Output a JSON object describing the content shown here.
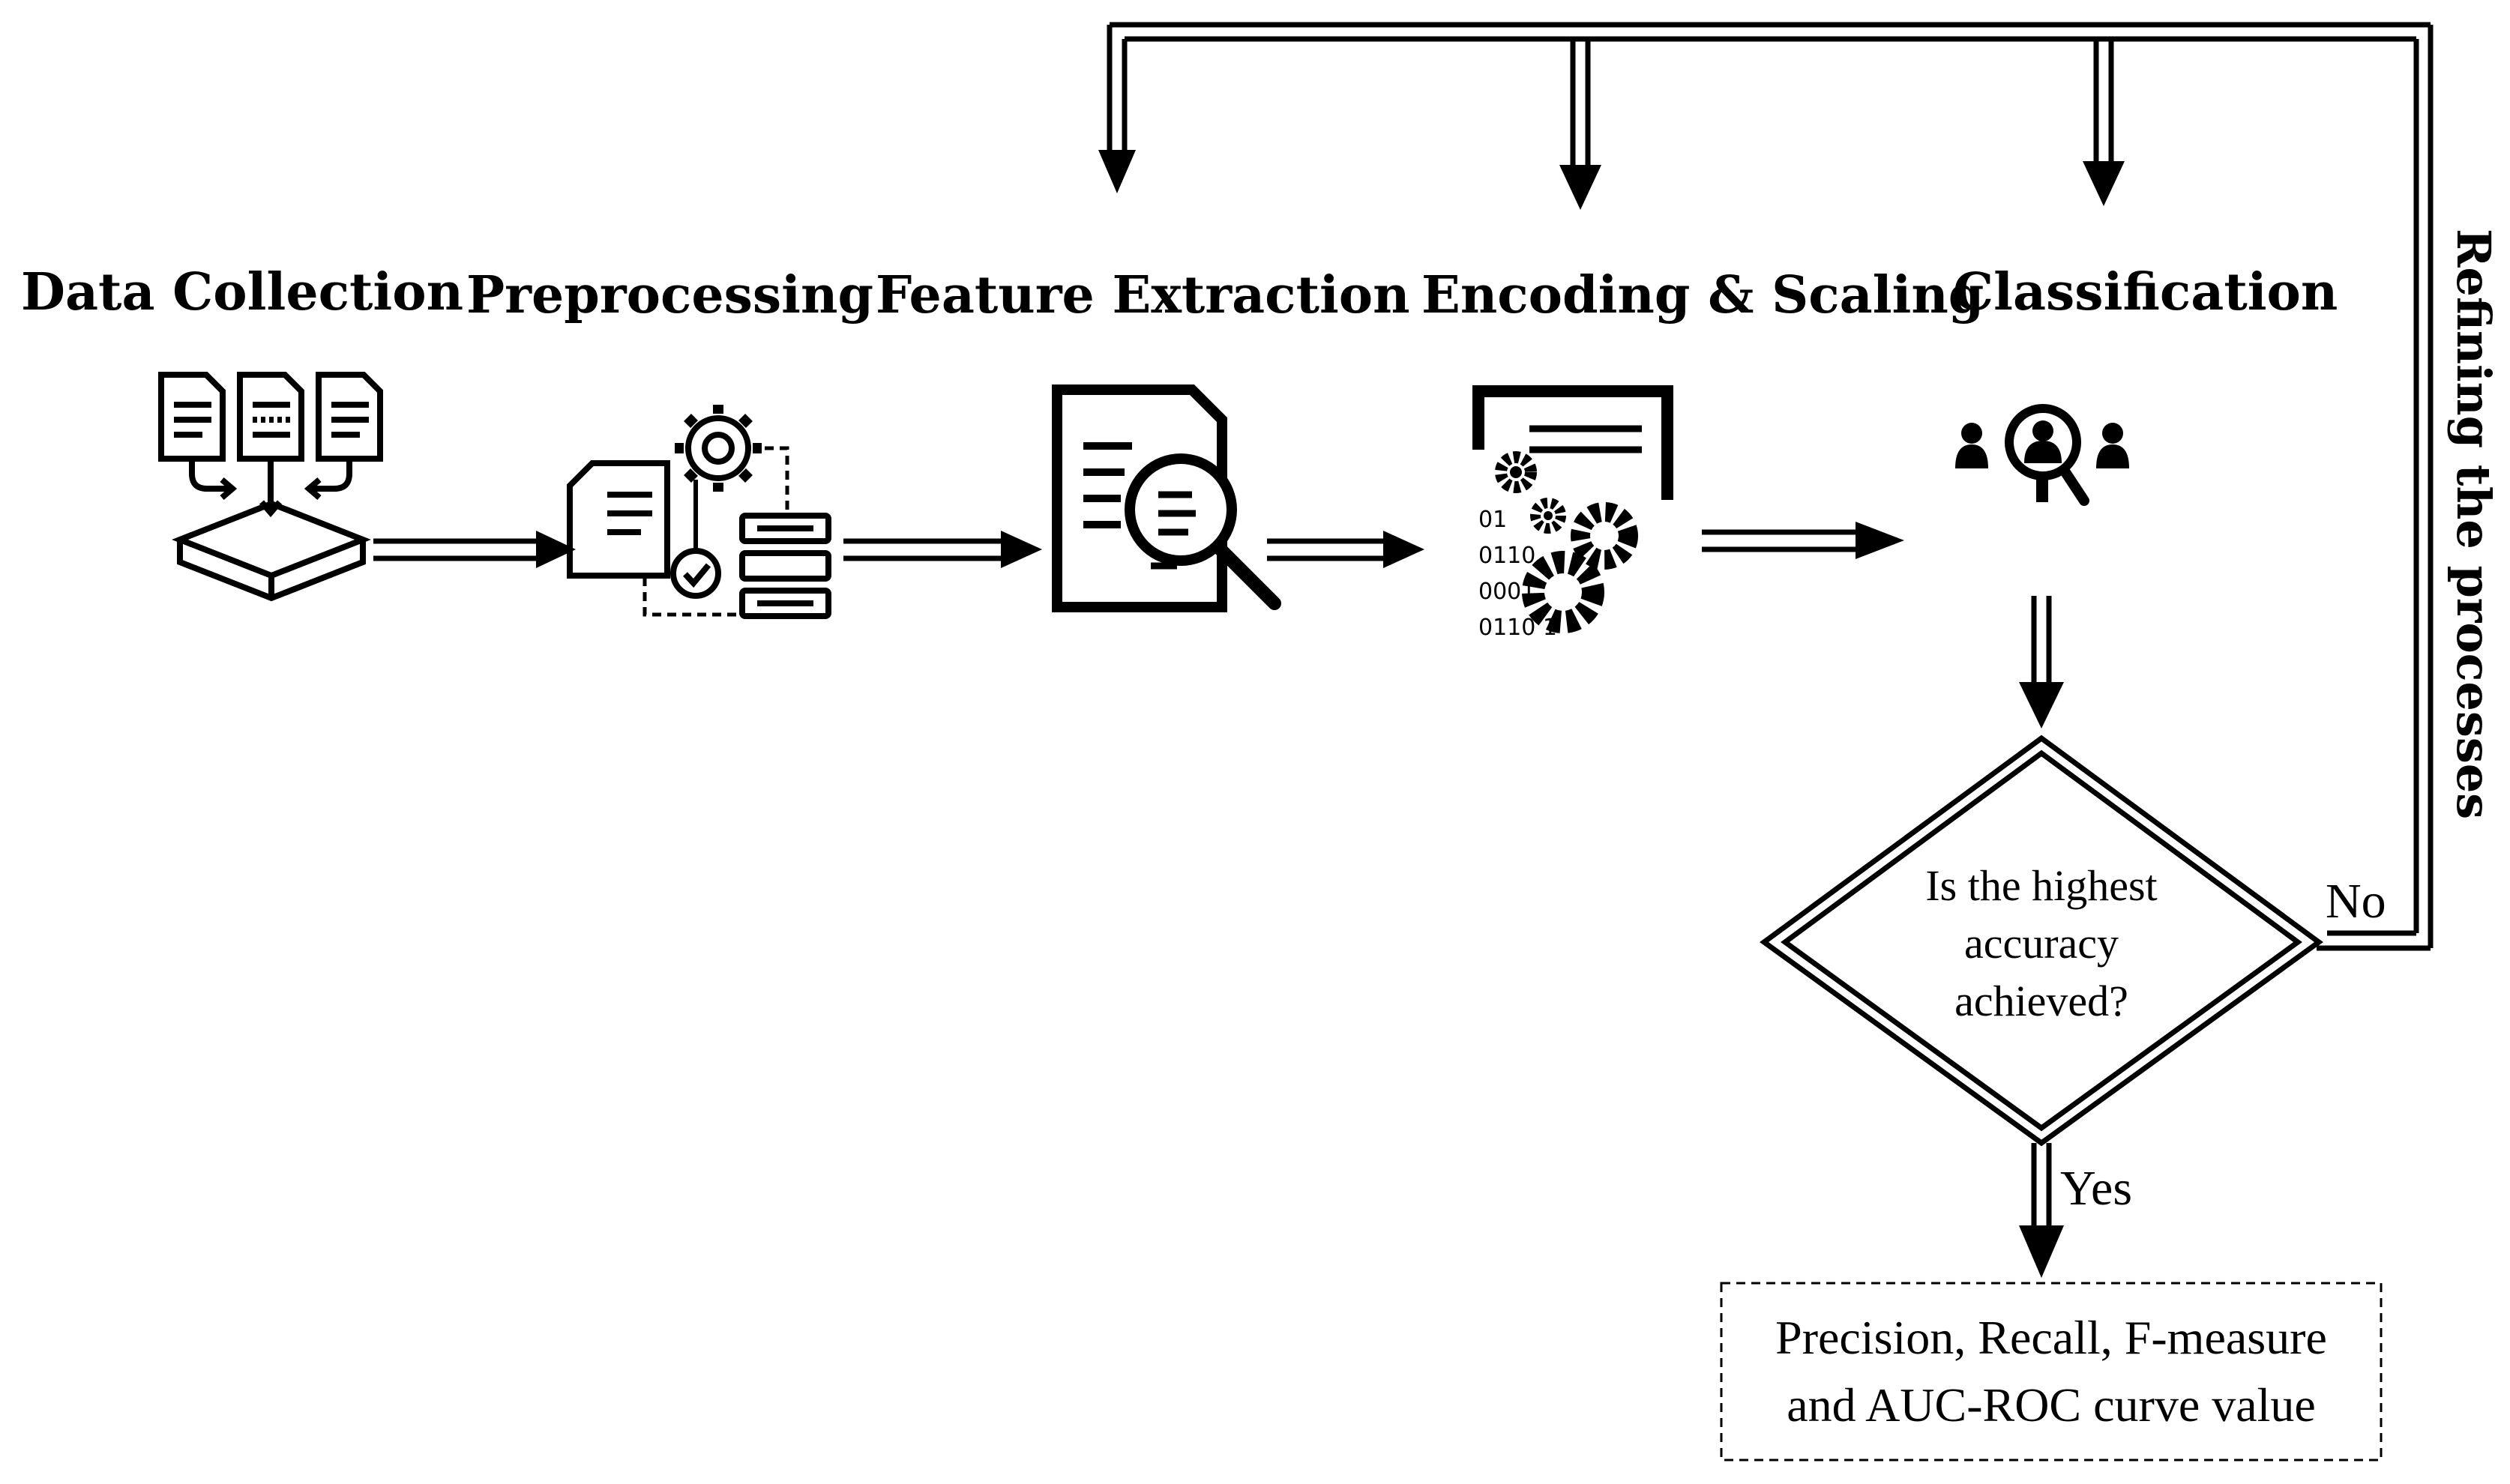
{
  "stages": [
    {
      "title": "Data Collection",
      "icon": "data-collection-icon"
    },
    {
      "title": "Preprocessing",
      "icon": "preprocessing-icon"
    },
    {
      "title": "Feature Extraction",
      "icon": "feature-extraction-icon"
    },
    {
      "title": "Encoding & Scaling",
      "icon": "encoding-scaling-icon"
    },
    {
      "title": "Classification",
      "icon": "classification-icon"
    }
  ],
  "encoding_binary": [
    "01",
    "0110",
    "0001",
    "0110 1"
  ],
  "decision": {
    "lines": [
      "Is the highest",
      "accuracy",
      "achieved?"
    ],
    "no_label": "No",
    "yes_label": "Yes"
  },
  "feedback_label": "Refining the processes",
  "result": {
    "lines": [
      "Precision, Recall, F-measure",
      "and AUC-ROC curve value"
    ]
  }
}
